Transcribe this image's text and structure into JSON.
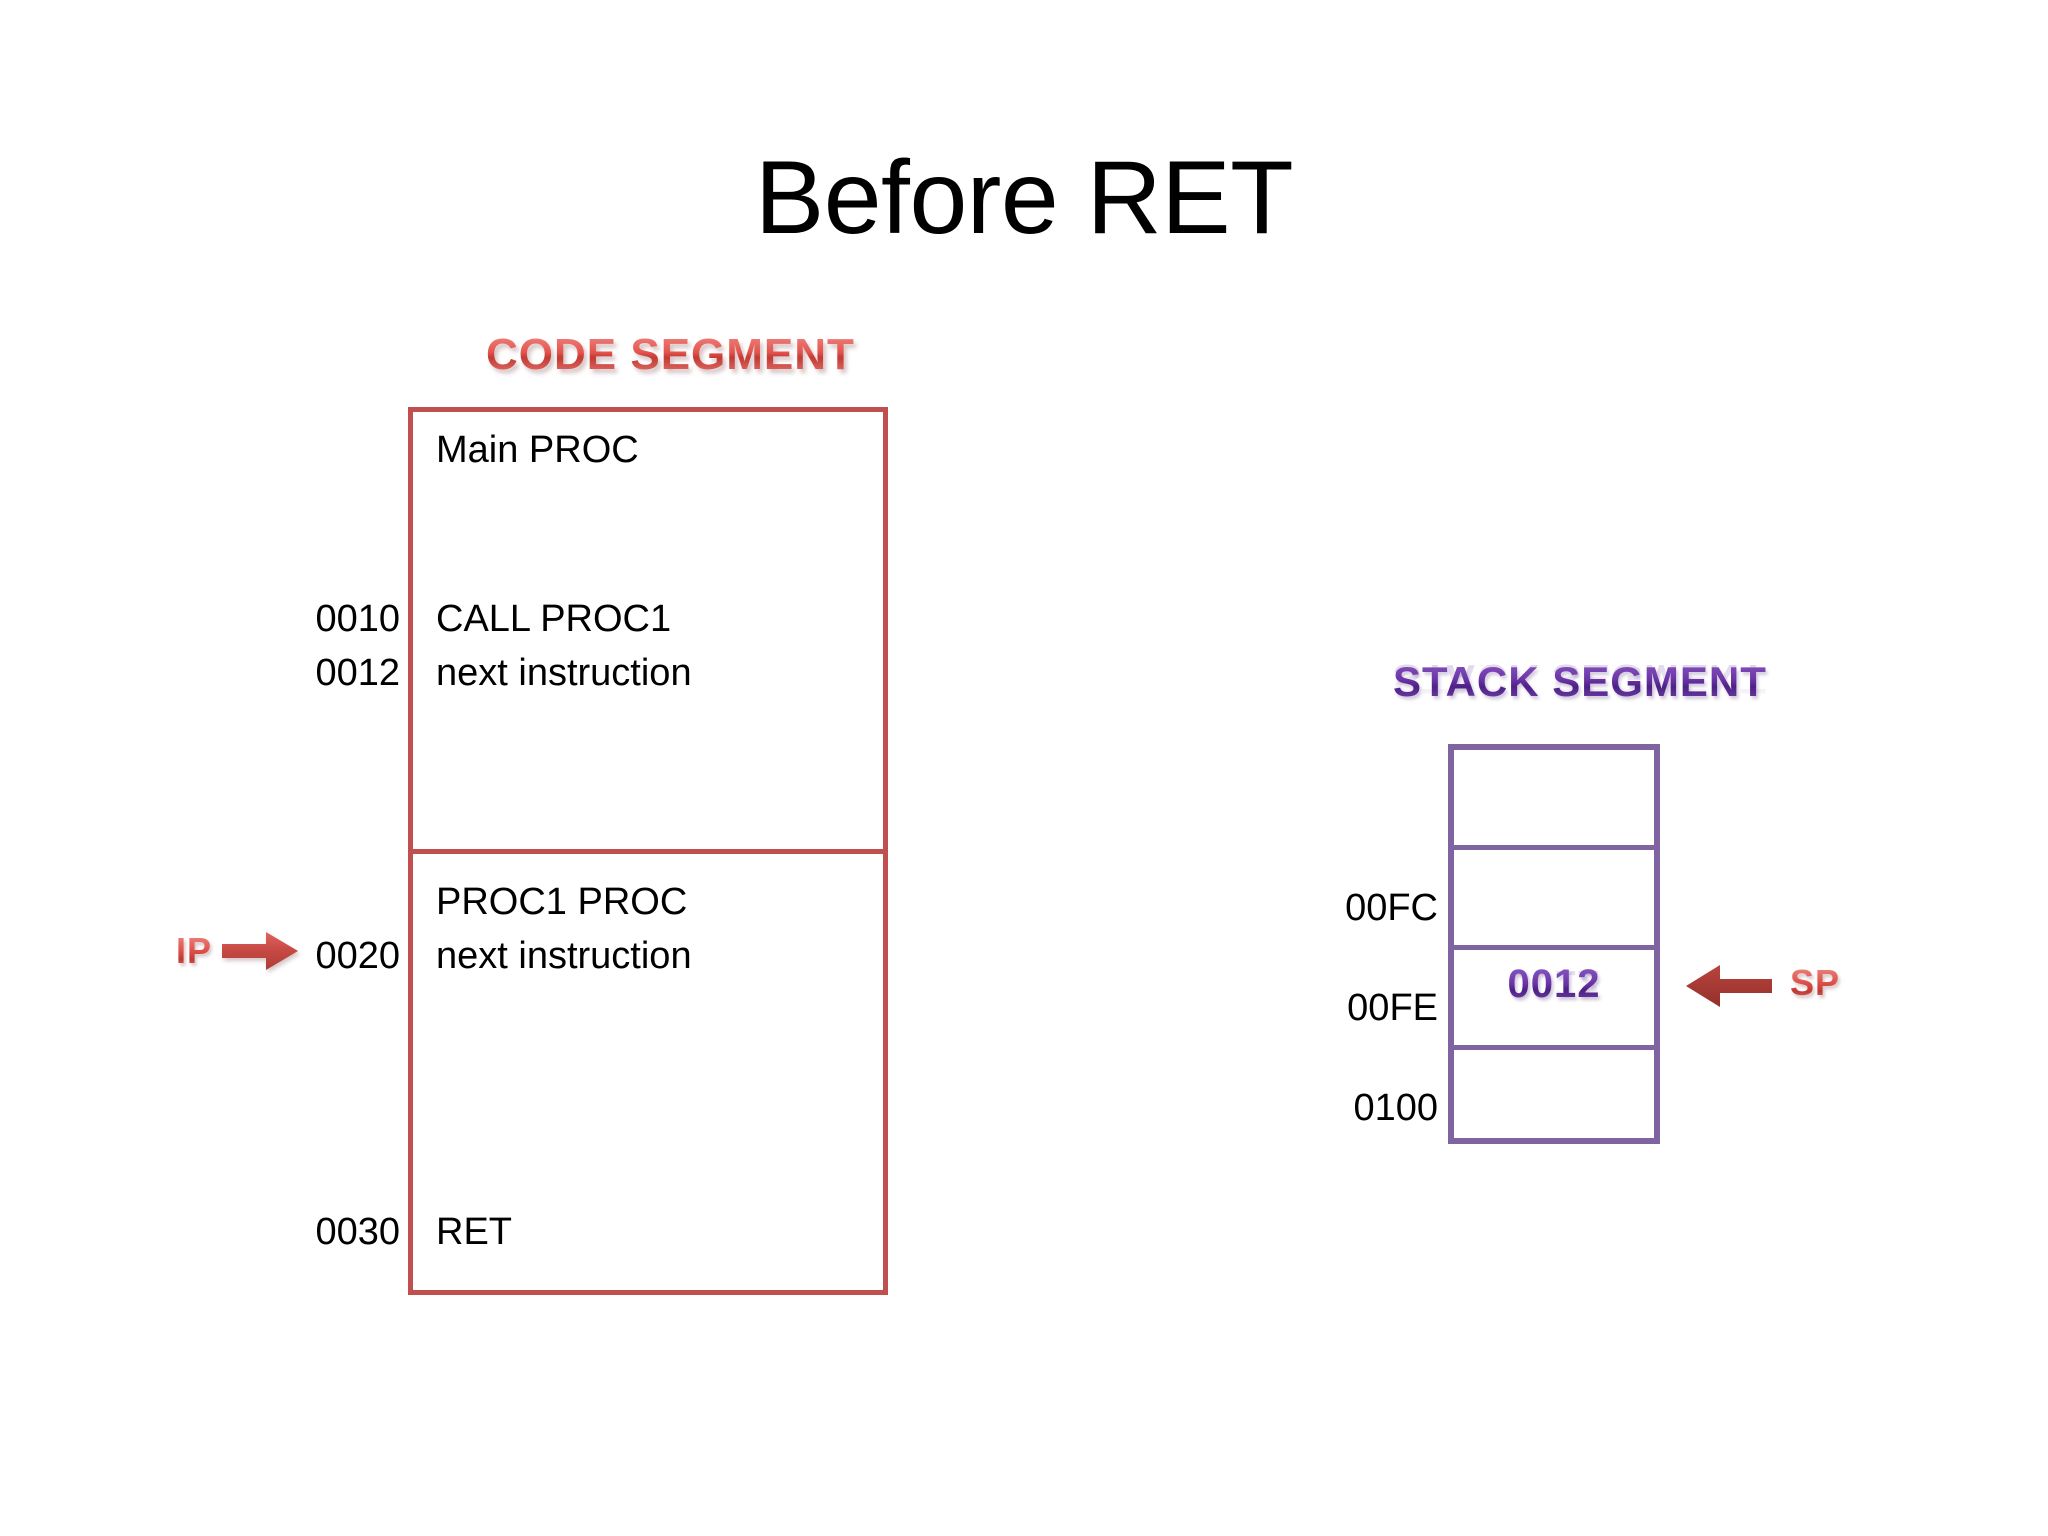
{
  "slide": {
    "title": "Before RET",
    "background_color": "#FFFFFF"
  },
  "code_segment": {
    "heading": "CODE SEGMENT",
    "accent_color": "#C0504D",
    "lines": [
      {
        "address": "",
        "text": "Main PROC"
      },
      {
        "address": "0010",
        "text": "CALL PROC1"
      },
      {
        "address": "0012",
        "text": "next instruction"
      },
      {
        "address": "",
        "text": "PROC1 PROC"
      },
      {
        "address": "0020",
        "text": "next instruction"
      },
      {
        "address": "0030",
        "text": "RET"
      }
    ],
    "addresses": {
      "call_proc1": "0010",
      "next_instruction_main": "0012",
      "proc1_next_instruction": "0020",
      "ret": "0030"
    },
    "text": {
      "main_proc": "Main PROC",
      "call_proc1": "CALL PROC1",
      "next_instruction_main": "next instruction",
      "proc1_proc": "PROC1 PROC",
      "next_instruction_proc1": "next instruction",
      "ret": "RET"
    }
  },
  "stack_segment": {
    "heading": "STACK SEGMENT",
    "accent_color": "#8064A2",
    "rows": [
      {
        "address": "",
        "value": ""
      },
      {
        "address": "00FC",
        "value": ""
      },
      {
        "address": "00FE",
        "value": "0012"
      },
      {
        "address": "0100",
        "value": ""
      }
    ],
    "addresses": {
      "row_00fc": "00FC",
      "row_00fe": "00FE",
      "row_0100": "0100"
    },
    "stored_value": "0012"
  },
  "pointers": {
    "ip": {
      "label": "IP",
      "points_to": "0020",
      "color": "#C0504D",
      "icon": "arrow-right-icon"
    },
    "sp": {
      "label": "SP",
      "points_to": "00FE",
      "color": "#A03A35",
      "icon": "arrow-left-icon"
    }
  }
}
